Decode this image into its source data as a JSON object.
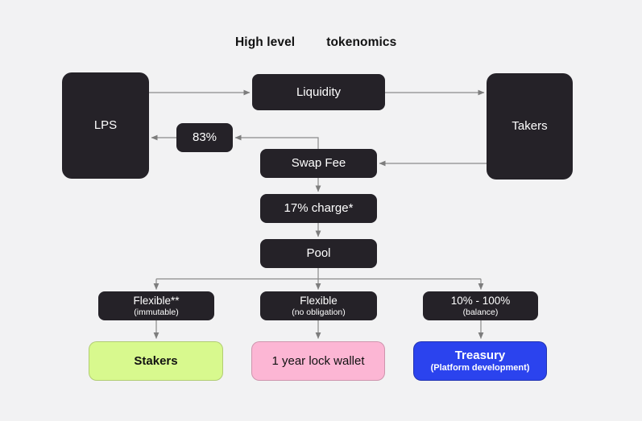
{
  "title": {
    "part1": "High level",
    "part2": "tokenomics"
  },
  "nodes": {
    "lps": {
      "label": "LPS"
    },
    "liquidity": {
      "label": "Liquidity"
    },
    "takers": {
      "label": "Takers"
    },
    "fee_split_lps": {
      "label": "83%"
    },
    "swap_fee": {
      "label": "Swap Fee"
    },
    "charge": {
      "label": "17% charge*"
    },
    "pool": {
      "label": "Pool"
    },
    "flexible_immutable": {
      "label": "Flexible**",
      "sublabel": "(immutable)"
    },
    "flexible_no_obligation": {
      "label": "Flexible",
      "sublabel": "(no obligation)"
    },
    "balance_range": {
      "label": "10% - 100%",
      "sublabel": "(balance)"
    },
    "stakers": {
      "label": "Stakers"
    },
    "lock_wallet": {
      "label": "1 year lock wallet"
    },
    "treasury": {
      "label": "Treasury",
      "sublabel": "(Platform development)"
    }
  },
  "colors": {
    "background": "#f2f2f3",
    "node_dark": "#252228",
    "node_text": "#ffffff",
    "arrow": "#8a8a8a",
    "stakers_bg": "#d8f98e",
    "lock_wallet_bg": "#fcb6d4",
    "treasury_bg": "#2b43ee"
  }
}
